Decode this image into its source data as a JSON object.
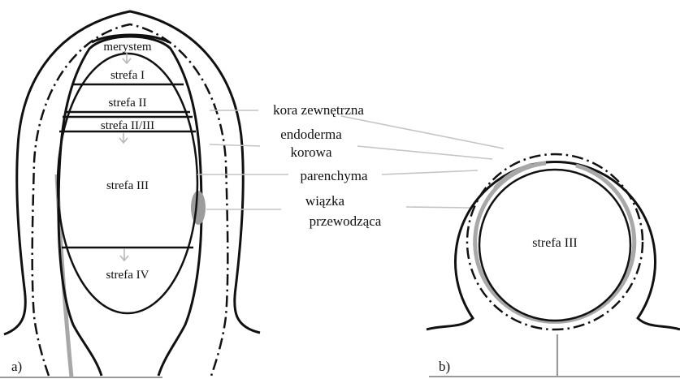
{
  "figure": {
    "panel_a": {
      "panel_label": "a)",
      "zones": {
        "meristem": "merystem",
        "zone_1": "strefa I",
        "zone_2": "strefa II",
        "zone_2_3": "strefa II/III",
        "zone_3": "strefa III",
        "zone_4": "strefa IV"
      }
    },
    "callouts": {
      "outer_cortex": "kora zewnętrzna",
      "endodermis_line1": "endoderma",
      "endodermis_line2": "korowa",
      "parenchyma": "parenchyma",
      "bundle_line1": "wiązka",
      "bundle_line2": "przewodząca"
    },
    "panel_b": {
      "panel_label": "b)",
      "zone_3": "strefa III"
    }
  }
}
